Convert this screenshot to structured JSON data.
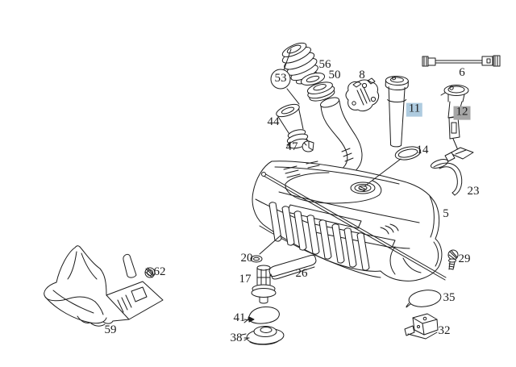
{
  "figure": {
    "background": "#ffffff",
    "line_color": "#1c1c1c",
    "selection_colors": {
      "primary_blue": "#aecbdf",
      "secondary_gray": "#a6a6a6"
    }
  },
  "callouts": [
    {
      "id": "53",
      "label": "53",
      "style": "circled"
    },
    {
      "id": "56",
      "label": "56",
      "style": "plain"
    },
    {
      "id": "50",
      "label": "50",
      "style": "plain"
    },
    {
      "id": "8",
      "label": "8",
      "style": "plain"
    },
    {
      "id": "44",
      "label": "44",
      "style": "plain"
    },
    {
      "id": "47",
      "label": "47",
      "style": "plain"
    },
    {
      "id": "6",
      "label": "6",
      "style": "plain"
    },
    {
      "id": "11",
      "label": "11",
      "style": "highlight-blue"
    },
    {
      "id": "12",
      "label": "12",
      "style": "highlight-gray"
    },
    {
      "id": "14",
      "label": "14",
      "style": "plain"
    },
    {
      "id": "23",
      "label": "23",
      "style": "plain"
    },
    {
      "id": "5",
      "label": "5",
      "style": "plain"
    },
    {
      "id": "29",
      "label": "29",
      "style": "plain"
    },
    {
      "id": "35",
      "label": "35",
      "style": "plain"
    },
    {
      "id": "32",
      "label": "32",
      "style": "plain"
    },
    {
      "id": "20",
      "label": "20",
      "style": "plain"
    },
    {
      "id": "17",
      "label": "17",
      "style": "plain"
    },
    {
      "id": "26",
      "label": "26",
      "style": "plain"
    },
    {
      "id": "41",
      "label": "41",
      "style": "plain"
    },
    {
      "id": "38",
      "label": "38",
      "style": "plain"
    },
    {
      "id": "59",
      "label": "59",
      "style": "plain"
    },
    {
      "id": "62",
      "label": "62",
      "style": "plain"
    }
  ]
}
